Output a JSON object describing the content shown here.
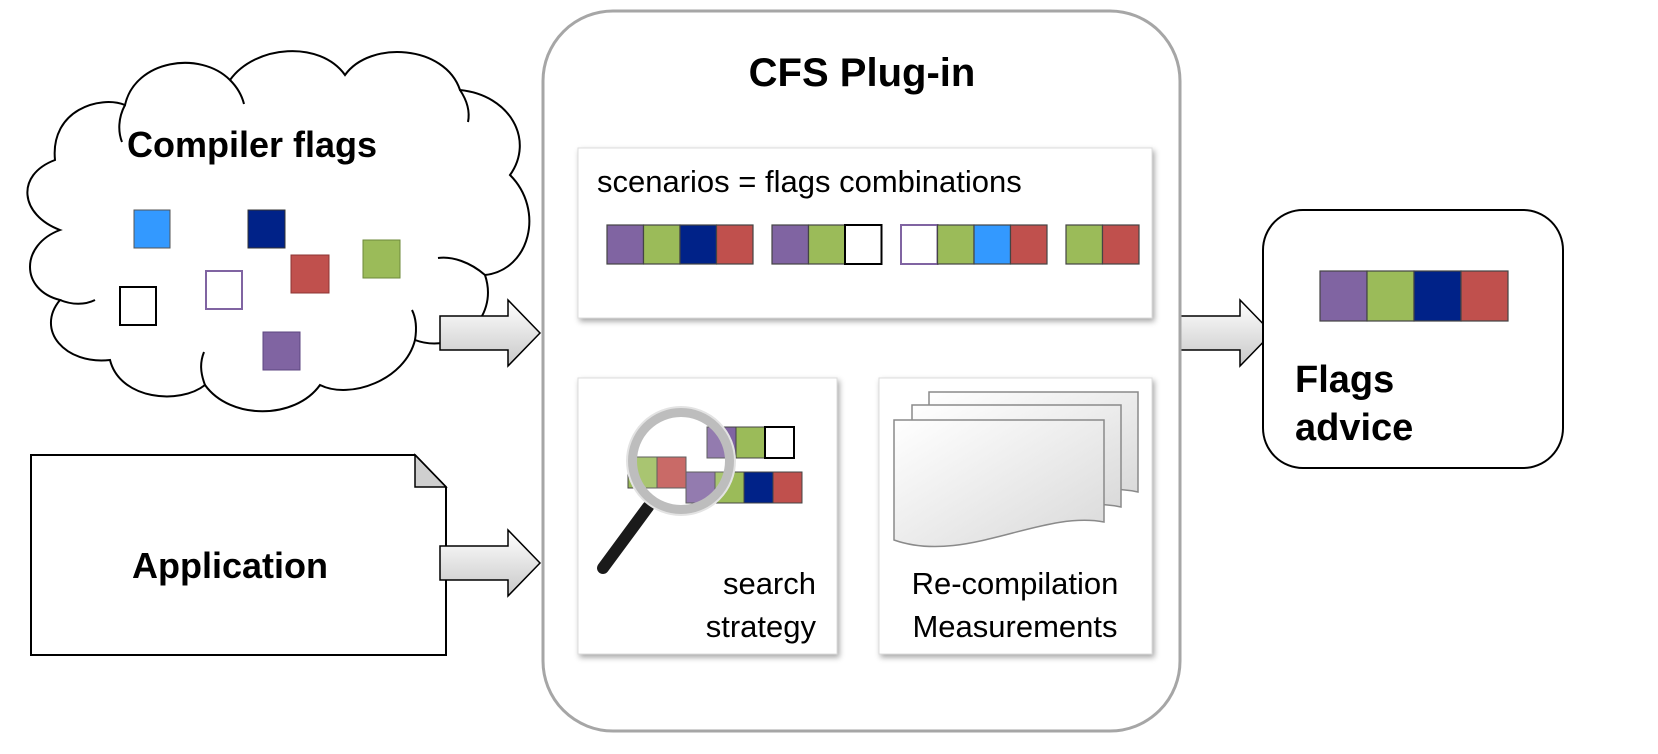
{
  "colors": {
    "purple": "#8064A2",
    "green": "#9BBB59",
    "navy": "#002288",
    "red": "#C0504D",
    "skyblue": "#3399FF",
    "white": "#FFFFFF",
    "plugin_border": "#A6A6A6"
  },
  "cloud": {
    "title": "Compiler flags"
  },
  "application": {
    "label": "Application"
  },
  "plugin": {
    "title": "CFS Plug-in",
    "scenarios_label": "scenarios = flags combinations",
    "scenarios": [
      [
        "purple",
        "green",
        "navy",
        "red"
      ],
      [
        "purple",
        "green",
        "white"
      ],
      [
        "white-purple",
        "green",
        "skyblue",
        "red"
      ],
      [
        "green",
        "red"
      ]
    ],
    "search": {
      "line1": "search",
      "line2": "strategy"
    },
    "measure": {
      "line1": "Re-compilation",
      "line2": "Measurements"
    }
  },
  "advice": {
    "line1": "Flags",
    "line2": "advice",
    "squares": [
      "purple",
      "green",
      "navy",
      "red"
    ]
  }
}
